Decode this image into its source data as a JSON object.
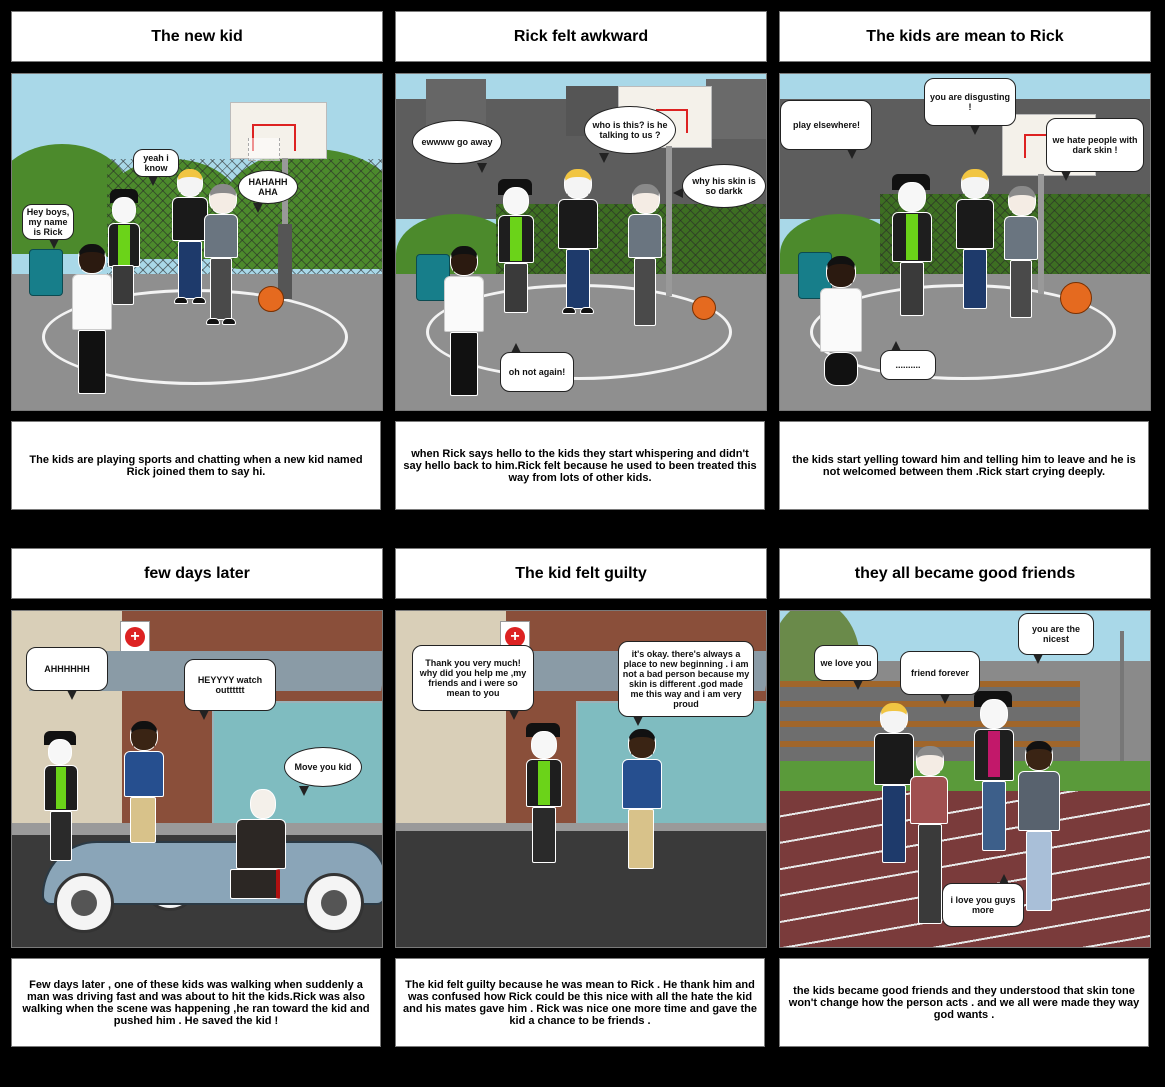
{
  "storyboard": {
    "panels": [
      {
        "title": "The new kid",
        "scene": "basketball court with chain-link fence and trees",
        "bubbles": [
          {
            "text": "Hey boys, my name is Rick",
            "speaker": "Rick"
          },
          {
            "text": "yeah i know",
            "speaker": "black-haired kid"
          },
          {
            "text": "HAHAHH AHA",
            "speaker": "grey-haired kid"
          }
        ],
        "caption": "The kids are playing sports and chatting  when a new kid named Rick joined them to say hi."
      },
      {
        "title": "Rick felt awkward",
        "scene": "basketball court with city skyline",
        "bubbles": [
          {
            "text": "ewwww go away",
            "speaker": "black-haired kid"
          },
          {
            "text": "who is this? is he talking to us ?",
            "speaker": "blond kid"
          },
          {
            "text": "why his skin is so darkk",
            "speaker": "grey-haired kid"
          },
          {
            "text": "oh not again!",
            "speaker": "Rick"
          }
        ],
        "caption": "when Rick says hello to the kids they start whispering and didn't say hello back to him.Rick felt because he used to been treated this way from lots of other kids."
      },
      {
        "title": "The kids are mean to Rick",
        "scene": "basketball court with city skyline",
        "bubbles": [
          {
            "text": "play elsewhere!",
            "speaker": "black-haired kid"
          },
          {
            "text": "you are disgusting !",
            "speaker": "blond kid"
          },
          {
            "text": "we hate people with dark skin !",
            "speaker": "grey-haired kid"
          },
          {
            "text": "..........",
            "speaker": "Rick"
          }
        ],
        "caption": "the kids start yelling toward him and telling him to leave and he is not welcomed between them .Rick start crying deeply."
      },
      {
        "title": "few days later",
        "scene": "street in front of hospital with vintage car",
        "bubbles": [
          {
            "text": "AHHHHHH",
            "speaker": "black-haired kid"
          },
          {
            "text": "HEYYYY watch outttttt",
            "speaker": "Rick"
          },
          {
            "text": "Move you kid",
            "speaker": "driver"
          }
        ],
        "caption": "Few days later , one of these kids was walking when suddenly a man was driving fast and was about to hit the kids.Rick was also walking when the scene was happening ,he ran toward the kid and pushed him . He saved the kid !"
      },
      {
        "title": "The kid felt guilty",
        "scene": "street in front of hospital",
        "bubbles": [
          {
            "text": "Thank you very much! why did you help me ,my friends and i were so mean to you",
            "speaker": "black-haired kid"
          },
          {
            "text": "it's okay. there's always a place to new beginning . i am not a bad person because my skin is different .god made me this way and i am very proud",
            "speaker": "Rick"
          }
        ],
        "caption": "The kid felt guilty because he was mean to Rick . He thank him and was confused how Rick could be this nice with all the hate the kid and his mates gave him . Rick was nice one more time and gave the kid a chance to be friends ."
      },
      {
        "title": "they all became good friends",
        "scene": "running track with bleachers",
        "bubbles": [
          {
            "text": "we love you",
            "speaker": "blond kid"
          },
          {
            "text": "friend forever",
            "speaker": "grey-haired kid"
          },
          {
            "text": "you are the nicest",
            "speaker": "black-haired kid"
          },
          {
            "text": "i love you guys more",
            "speaker": "Rick"
          }
        ],
        "caption": "the kids became good friends and they understood that skin tone won't change how the person acts . and we all were made they way god wants ."
      }
    ]
  },
  "colors": {
    "background": "#000000",
    "panel_border": "#7a7a7a",
    "sky": "#a9d8e8",
    "court": "#8f8f8f",
    "track": "#7a3b3b",
    "grass": "#5a9a3a"
  }
}
